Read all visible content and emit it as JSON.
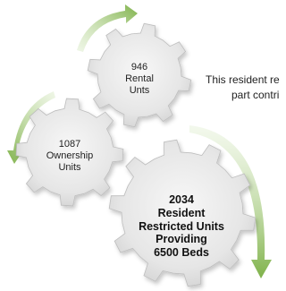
{
  "gears": {
    "top": {
      "number": "946",
      "line1": "Rental",
      "line2": "Unts"
    },
    "left": {
      "number": "1087",
      "line1": "Ownership",
      "line2": "Units"
    },
    "big": {
      "number": "2034",
      "line1": "Resident",
      "line2": "Restricted Units",
      "line3": "Providing",
      "line4": "6500 Beds"
    }
  },
  "side_text": {
    "line1": "This resident re",
    "line2": "part contri"
  },
  "colors": {
    "gear_fill": "#e2e2e2",
    "gear_stroke": "#bdbdbd",
    "arrow": "#8dbb5c"
  }
}
